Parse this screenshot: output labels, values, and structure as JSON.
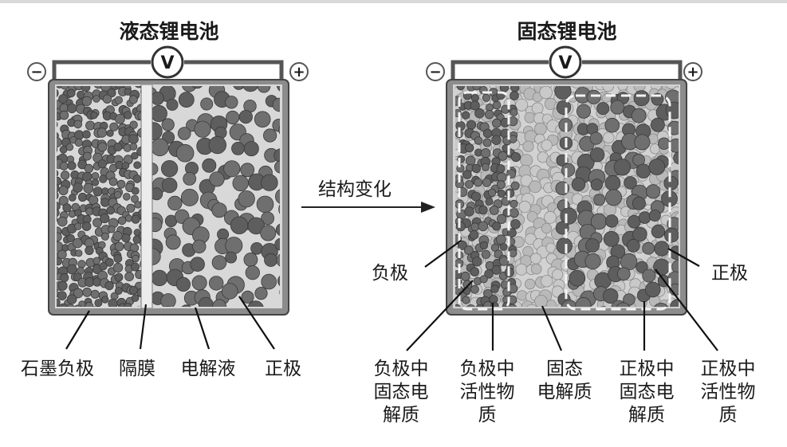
{
  "left_panel": {
    "title": "液态锂电池",
    "negative_sign": "−",
    "positive_sign": "+",
    "meter": "V",
    "labels": {
      "anode": "石墨负极",
      "separator": "隔膜",
      "electrolyte": "电解液",
      "cathode": "正极"
    }
  },
  "arrow": {
    "label": "结构变化"
  },
  "right_panel": {
    "title": "固态锂电池",
    "negative_sign": "−",
    "positive_sign": "+",
    "meter": "V",
    "labels": {
      "anode": "负极",
      "cathode": "正极",
      "anode_solid_electrolyte": [
        "负极中",
        "固态电",
        "解质"
      ],
      "anode_active_material": [
        "负极中",
        "活性物",
        "质"
      ],
      "solid_electrolyte": [
        "固态",
        "电解质"
      ],
      "cathode_solid_electrolyte": [
        "正极中",
        "固态电",
        "解质"
      ],
      "cathode_active_material": [
        "正极中",
        "活性物",
        "质"
      ]
    }
  },
  "colors": {
    "dark_particle": "#5a5a5a",
    "light_particle": "#c2c2c2",
    "cell_fill": "#d6d6d6",
    "frame": "#555555"
  }
}
